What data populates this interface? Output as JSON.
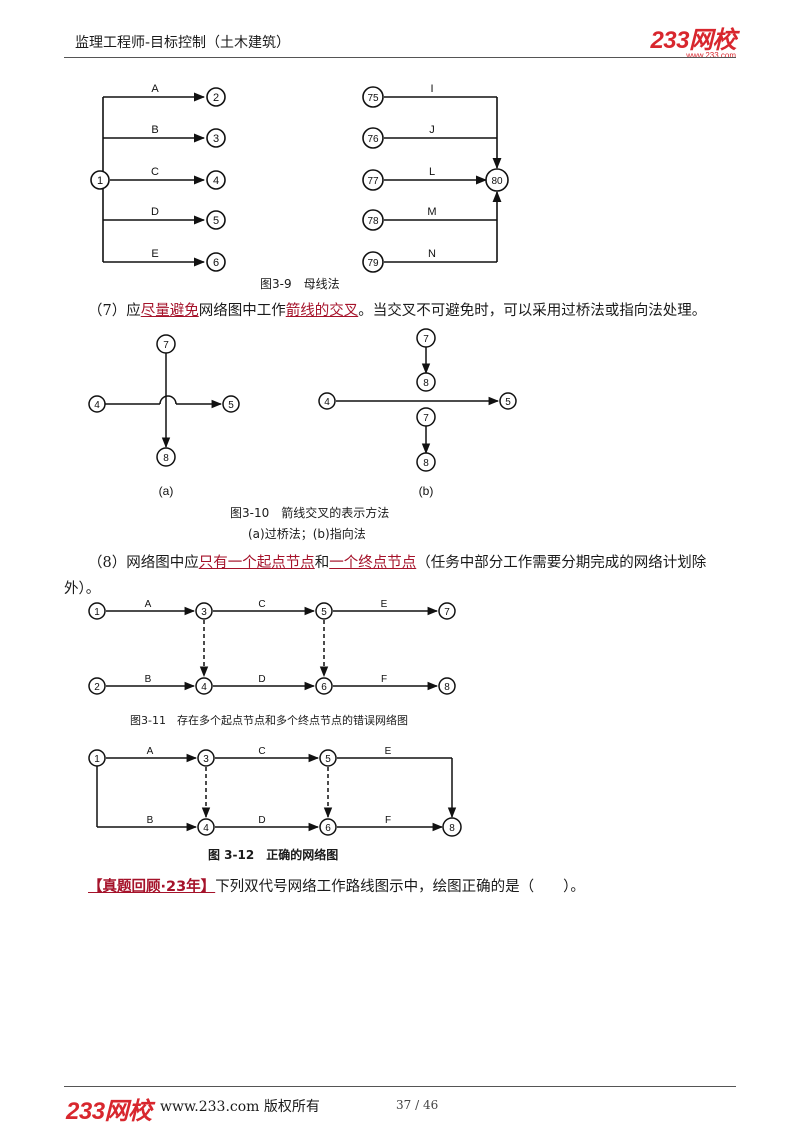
{
  "header": {
    "title": "监理工程师-目标控制（土木建筑）",
    "logo_main": "233网校",
    "logo_sub": "www.233.com"
  },
  "fig39": {
    "caption": "图3-9　母线法",
    "left_nodes": [
      "1",
      "2",
      "3",
      "4",
      "5",
      "6"
    ],
    "left_labels": [
      "A",
      "B",
      "C",
      "D",
      "E"
    ],
    "right_nodes": [
      "75",
      "76",
      "77",
      "78",
      "79",
      "80"
    ],
    "right_labels": [
      "I",
      "J",
      "L",
      "M",
      "N"
    ]
  },
  "para7": {
    "prefix": "（7）应",
    "hl1": "尽量避免",
    "mid": "网络图中工作",
    "hl2": "箭线的交叉",
    "suffix": "。当交叉不可避免时，可以采用过桥法或指向法处理。"
  },
  "fig310": {
    "nodes_a": [
      "7",
      "4",
      "5",
      "8"
    ],
    "nodes_b": [
      "7",
      "8",
      "4",
      "5",
      "7",
      "8"
    ],
    "label_a": "(a)",
    "label_b": "(b)",
    "caption": "图3-10　箭线交叉的表示方法",
    "subcaption": "(a)过桥法；(b)指向法"
  },
  "para8": {
    "prefix": "（8）网络图中应",
    "hl1": "只有一个起点节点",
    "mid": "和",
    "hl2": "一个终点节点",
    "suffix": "（任务中部分工作需要分期完成的网络计划除",
    "line2": "外）。"
  },
  "fig311": {
    "caption": "图3-11　存在多个起点节点和多个终点节点的错误网络图",
    "nodes": [
      "1",
      "3",
      "5",
      "7",
      "2",
      "4",
      "6",
      "8"
    ],
    "labels": [
      "A",
      "C",
      "E",
      "B",
      "D",
      "F"
    ]
  },
  "fig312": {
    "caption": "图 3-12　正确的网络图",
    "nodes": [
      "1",
      "3",
      "5",
      "4",
      "6",
      "8"
    ],
    "labels": [
      "A",
      "C",
      "E",
      "B",
      "D",
      "F"
    ]
  },
  "question": {
    "tag": "【真题回顾·23年】",
    "text": "下列双代号网络工作路线图示中，绘图正确的是（　　）。"
  },
  "footer": {
    "logo": "233网校",
    "site": "www.233.com 版权所有",
    "page": "37 / 46"
  }
}
